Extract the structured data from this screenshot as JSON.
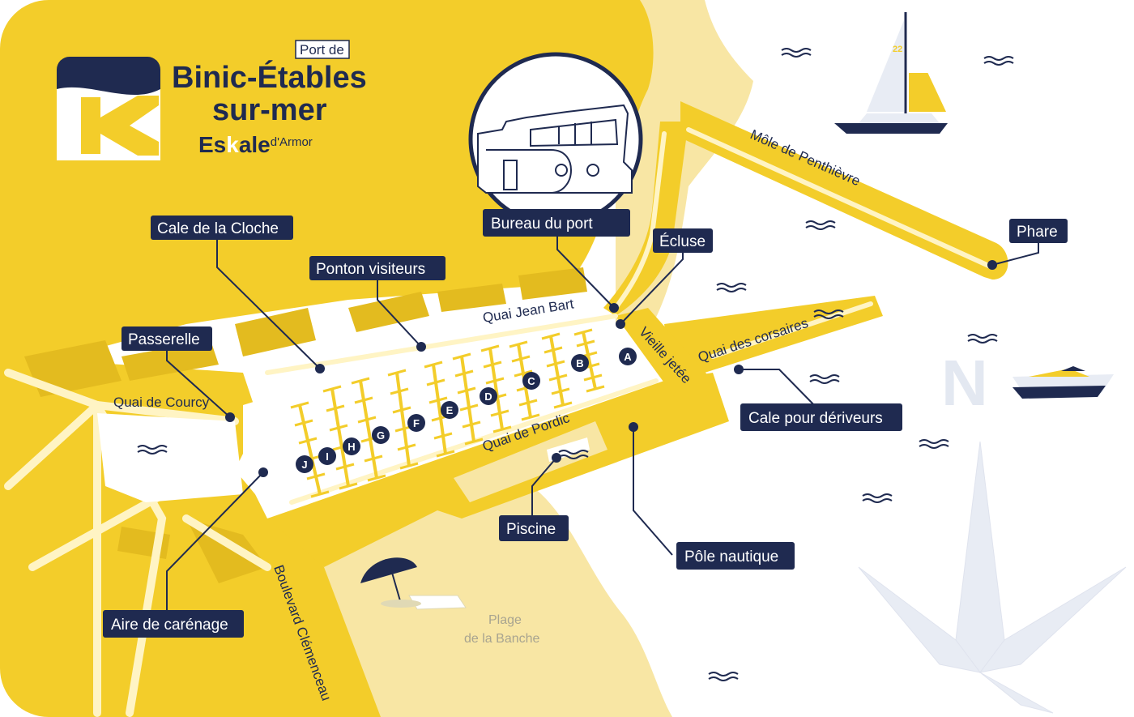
{
  "colors": {
    "land": "#f3cd2a",
    "land_dark": "#e3bb1f",
    "navy": "#1f2a50",
    "beach": "#f8e6a4",
    "sea": "#ffffff",
    "dock": "#f3cd2a"
  },
  "brand": {
    "tag": "Port de",
    "line1": "Binic-Étables",
    "line2": "sur-mer",
    "sub_pre": "Es",
    "sub_k": "k",
    "sub_mid": "ale",
    "sub_post": "d'Armor"
  },
  "labels": {
    "bureau": "Bureau du port",
    "cale_cloche": "Cale de la Cloche",
    "ponton": "Ponton visiteurs",
    "ecluse": "Écluse",
    "phare": "Phare",
    "passerelle": "Passerelle",
    "cale_deriveurs": "Cale pour dériveurs",
    "piscine": "Piscine",
    "pole": "Pôle nautique",
    "carenage": "Aire de carénage"
  },
  "roads": {
    "mole": "Môle de Penthièvre",
    "jean_bart": "Quai Jean Bart",
    "courcy": "Quai de Courcy",
    "pordic": "Quai de Pordic",
    "corsaires": "Quai des corsaires",
    "vieille": "Vieille jetée",
    "boulevard": "Boulevard Clémenceau"
  },
  "beach": {
    "line1": "Plage",
    "line2": "de la Banche"
  },
  "pontoons": [
    "A",
    "B",
    "C",
    "D",
    "E",
    "F",
    "G",
    "H",
    "I",
    "J"
  ],
  "compass": {
    "north": "N"
  },
  "boat_number": "22"
}
